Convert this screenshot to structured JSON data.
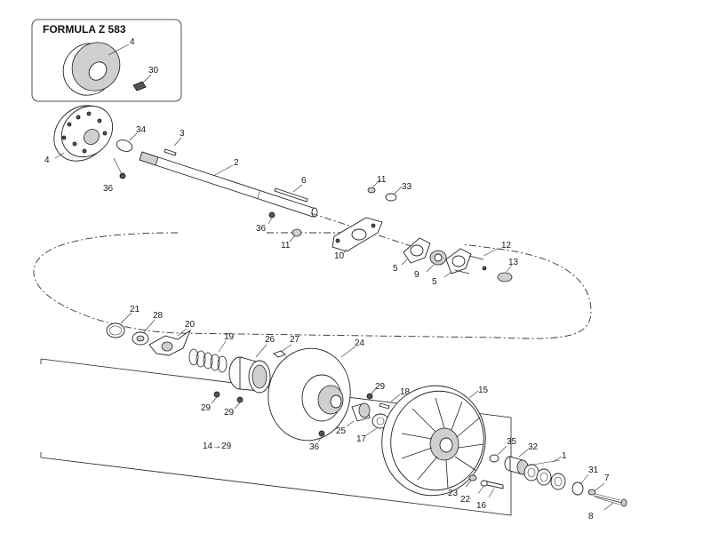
{
  "inset": {
    "title": "FORMULA Z 583",
    "labels": [
      "4",
      "30"
    ]
  },
  "callouts": {
    "c1": "1",
    "c2": "2",
    "c3": "3",
    "c4": "4",
    "c5a": "5",
    "c5b": "5",
    "c6": "6",
    "c7": "7",
    "c8": "8",
    "c9": "9",
    "c10": "10",
    "c11a": "11",
    "c11b": "11",
    "c12": "12",
    "c13": "13",
    "c14_29": "14→29",
    "c15": "15",
    "c16": "16",
    "c17": "17",
    "c18": "18",
    "c19": "19",
    "c20": "20",
    "c21": "21",
    "c22": "22",
    "c23": "23",
    "c24": "24",
    "c25": "25",
    "c26": "26",
    "c27": "27",
    "c28": "28",
    "c29a": "29",
    "c29b": "29",
    "c29c": "29",
    "c31": "31",
    "c32": "32",
    "c33": "33",
    "c34": "34",
    "c35": "35",
    "c36a": "36",
    "c36b": "36",
    "c36c": "36"
  }
}
